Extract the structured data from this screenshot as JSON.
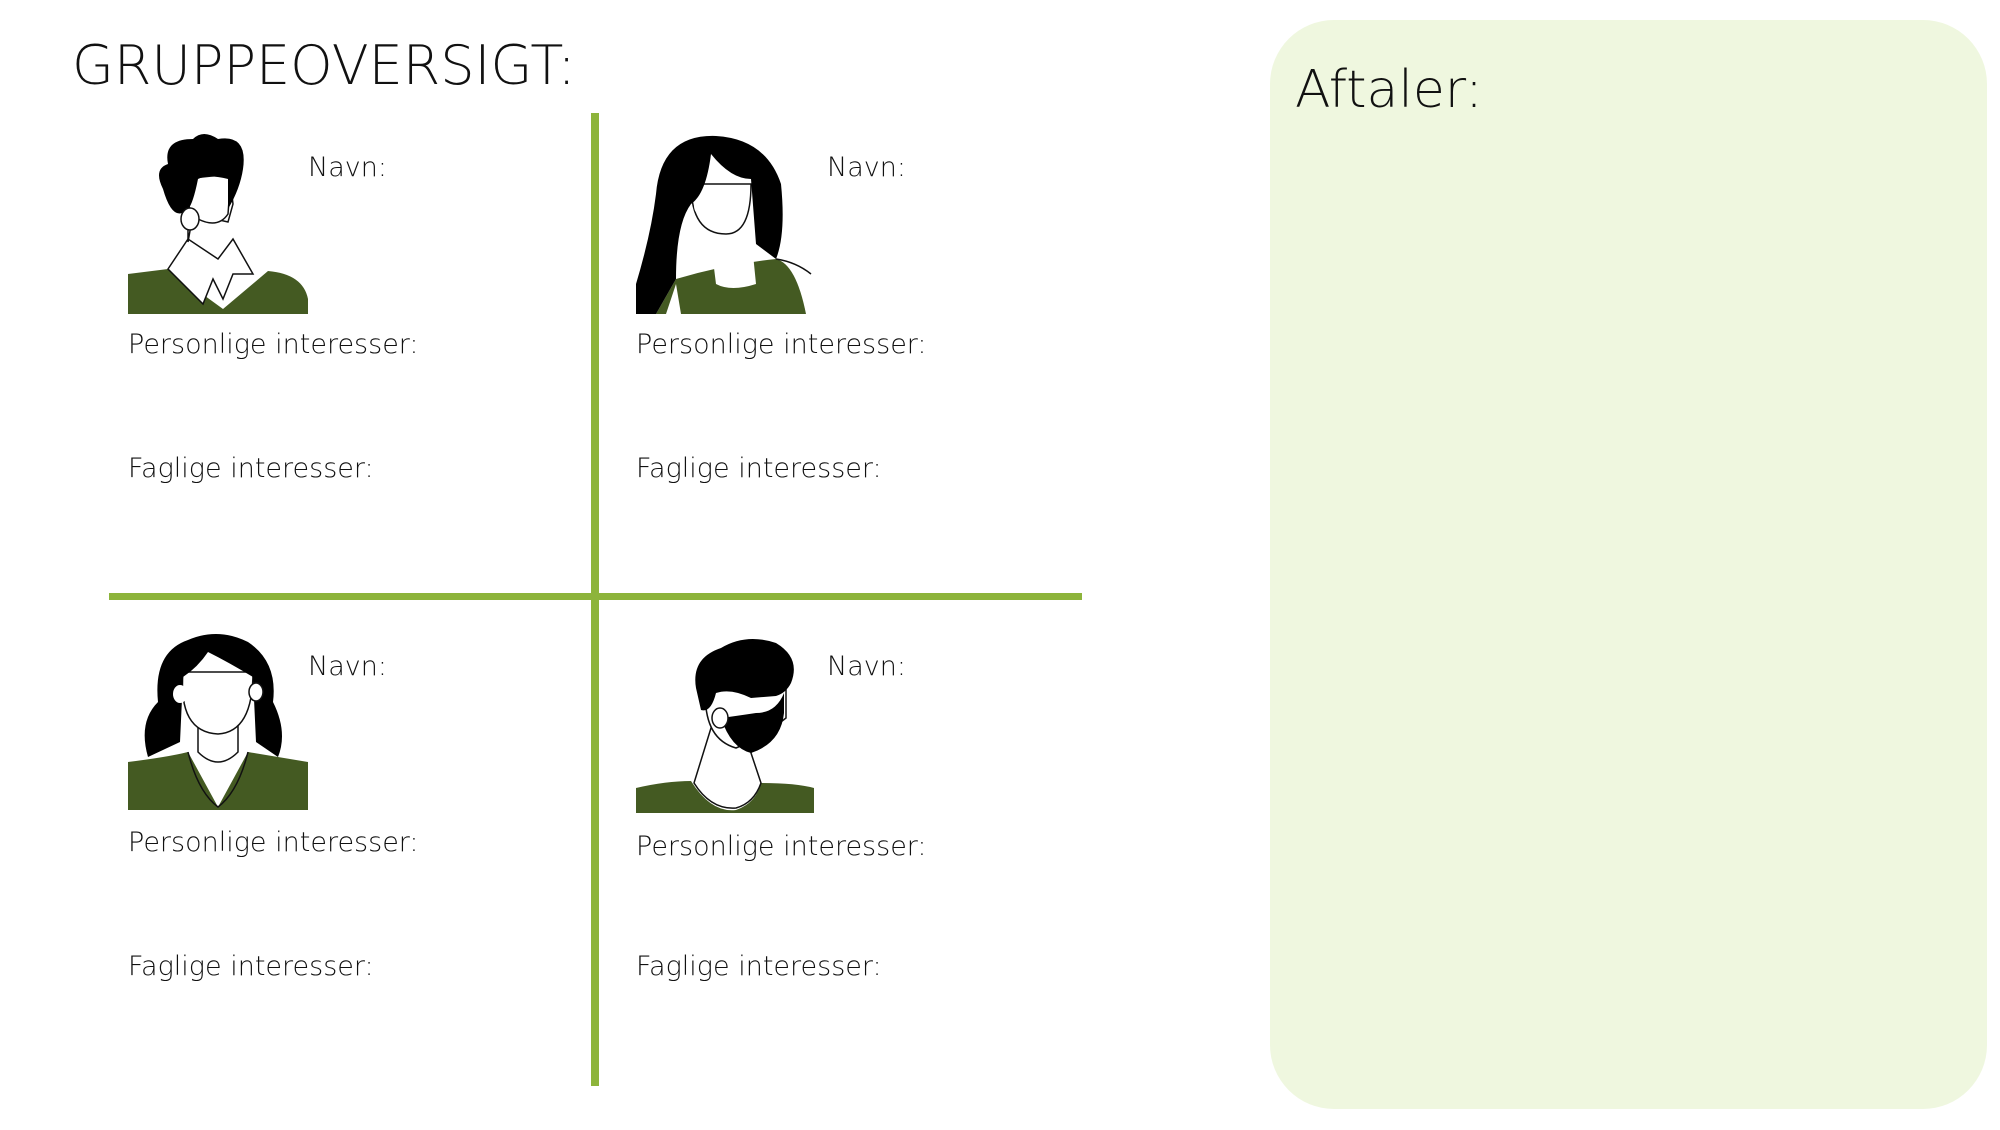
{
  "title": "GRUPPEOVERSIGT:",
  "members": [
    {
      "name_label": "Navn:",
      "personal_label": "Personlige interesser:",
      "professional_label": "Faglige interesser:",
      "avatar": "man-short-hair-avatar"
    },
    {
      "name_label": "Navn:",
      "personal_label": "Personlige interesser:",
      "professional_label": "Faglige interesser:",
      "avatar": "woman-long-hair-avatar"
    },
    {
      "name_label": "Navn:",
      "personal_label": "Personlige interesser:",
      "professional_label": "Faglige interesser:",
      "avatar": "woman-wavy-hair-avatar"
    },
    {
      "name_label": "Navn:",
      "personal_label": "Personlige interesser:",
      "professional_label": "Faglige interesser:",
      "avatar": "man-beard-avatar"
    }
  ],
  "agreements": {
    "title": "Aftaler:"
  },
  "colors": {
    "accent": "#8db43b",
    "panel": "#eff7df",
    "shirt": "#445a22"
  }
}
